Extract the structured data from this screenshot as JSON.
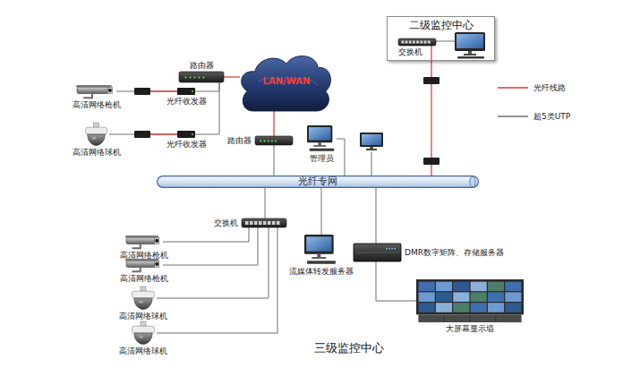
{
  "diagram": {
    "caption": "三级监控中心",
    "nodes": [
      {
        "text": [
          "二级监控中心"
        ]
      },
      {
        "text": [
          "交换机"
        ],
        "in": 0
      },
      {
        "text": [
          "路由器"
        ]
      },
      {
        "text": [
          "LAN/WAN"
        ]
      },
      {
        "text": [
          "光纤收发器"
        ]
      },
      {
        "text": [
          "光纤收发器"
        ]
      },
      {
        "text": [
          "高清网络枪机"
        ]
      },
      {
        "text": [
          "高清网络球机"
        ]
      },
      {
        "text": [
          "路由器"
        ]
      },
      {
        "text": [
          "管理员"
        ]
      },
      {
        "text": [
          "光纤专网"
        ]
      },
      {
        "text": [
          "交换机"
        ]
      },
      {
        "text": [
          "高清网络枪机"
        ]
      },
      {
        "text": [
          "高清网络枪机"
        ]
      },
      {
        "text": [
          "高清网络球机"
        ]
      },
      {
        "text": [
          "高清网络球机"
        ]
      },
      {
        "text": [
          "流媒体转发服务器"
        ]
      },
      {
        "text": [
          "DMR数字矩阵、存储服务器"
        ]
      },
      {
        "text": [
          "大屏幕显示墙"
        ]
      }
    ],
    "edges": [
      {
        "from": 6,
        "to": 4,
        "arrow": "none"
      },
      {
        "from": 7,
        "to": 5,
        "arrow": "none"
      },
      {
        "from": 4,
        "to": 2,
        "arrow": "none"
      },
      {
        "from": 5,
        "to": 2,
        "arrow": "none"
      },
      {
        "from": 2,
        "to": 3,
        "arrow": "none"
      },
      {
        "from": 3,
        "to": 8,
        "arrow": "none"
      },
      {
        "from": 8,
        "to": 10,
        "arrow": "none"
      },
      {
        "from": 9,
        "to": 10,
        "arrow": "none"
      },
      {
        "from": 1,
        "to": 10,
        "arrow": "none"
      },
      {
        "from": 11,
        "to": 10,
        "arrow": "none"
      },
      {
        "from": 12,
        "to": 11,
        "arrow": "none"
      },
      {
        "from": 13,
        "to": 11,
        "arrow": "none"
      },
      {
        "from": 14,
        "to": 11,
        "arrow": "none"
      },
      {
        "from": 15,
        "to": 11,
        "arrow": "none"
      },
      {
        "from": 16,
        "to": 10,
        "arrow": "none"
      },
      {
        "from": 17,
        "to": 10,
        "arrow": "none"
      },
      {
        "from": 17,
        "to": 18,
        "arrow": "none"
      }
    ],
    "legend": [
      {
        "text": "光纤线路"
      },
      {
        "text": "超5类UTP"
      }
    ]
  }
}
